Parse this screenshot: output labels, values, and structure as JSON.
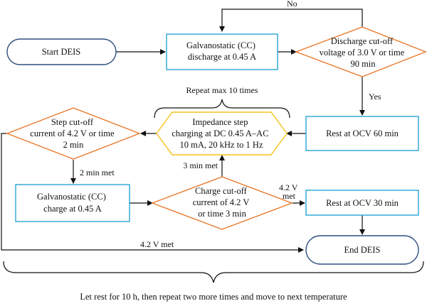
{
  "nodes": {
    "start": {
      "lines": [
        "Start DEIS"
      ]
    },
    "cc_discharge": {
      "lines": [
        "Galvanostatic (CC)",
        "discharge at 0.45 A"
      ]
    },
    "discharge_cutoff": {
      "lines": [
        "Discharge cut-off",
        "voltage of 3.0 V or time",
        "90 min"
      ]
    },
    "rest_60": {
      "lines": [
        "Rest at OCV 60 min"
      ]
    },
    "impedance_step": {
      "lines": [
        "Impedance step",
        "charging at DC 0.45 A–AC",
        "10 mA, 20 kHz to 1 Hz"
      ]
    },
    "step_cutoff": {
      "lines": [
        "Step cut-off",
        "current of 4.2 V or time",
        "2 min"
      ]
    },
    "cc_charge": {
      "lines": [
        "Galvanostatic (CC)",
        "charge at 0.45 A"
      ]
    },
    "charge_cutoff": {
      "lines": [
        "Charge cut-off",
        "current of 4.2 V",
        "or time 3 min"
      ]
    },
    "rest_30": {
      "lines": [
        "Rest at OCV 30 min"
      ]
    },
    "end": {
      "lines": [
        "End DEIS"
      ]
    }
  },
  "edge_labels": {
    "no": "No",
    "yes": "Yes",
    "repeat": "Repeat max 10 times",
    "min2_met": "2 min met",
    "min3_met": "3 min met",
    "v42_met_top": "4.2 V",
    "v42_met_bottom": "met",
    "v42_met_left": "4.2 V met"
  },
  "footer": "Let rest for 10 h, then repeat two more times and move to next temperature",
  "colors": {
    "process_box": "#29a6d6",
    "decision": "#ea7a2c",
    "terminal": "#2f4f80",
    "impedance": "#f3c21c",
    "arrow": "#111111"
  }
}
